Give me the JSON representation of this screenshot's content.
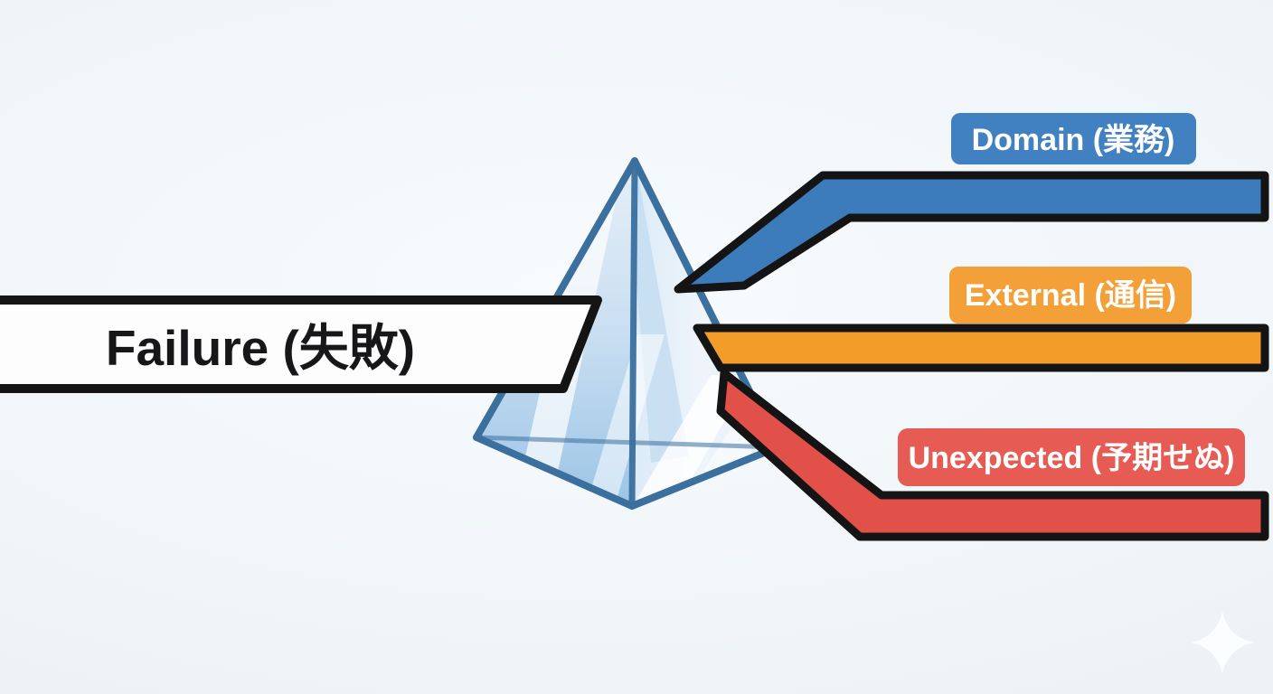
{
  "source": {
    "label": "Failure (失敗)",
    "fill": "#fdfdfe",
    "text_color": "#17171a"
  },
  "categories": [
    {
      "id": "domain",
      "label": "Domain (業務)",
      "label_fill": "#4181c2",
      "band_fill": "#3d7cba"
    },
    {
      "id": "external",
      "label": "External (通信)",
      "label_fill": "#f2a037",
      "band_fill": "#f29c29"
    },
    {
      "id": "unexpected",
      "label": "Unexpected (予期せぬ)",
      "label_fill": "#e75b55",
      "band_fill": "#e2504a"
    }
  ],
  "prism": {
    "edge_color": "#3a6f9e",
    "glass_tint": "#aecfeb",
    "highlight": "#ffffff"
  },
  "canvas": {
    "background": "#eef3f7",
    "outline_color": "#141414",
    "sparkle_color": "#ffffff"
  }
}
